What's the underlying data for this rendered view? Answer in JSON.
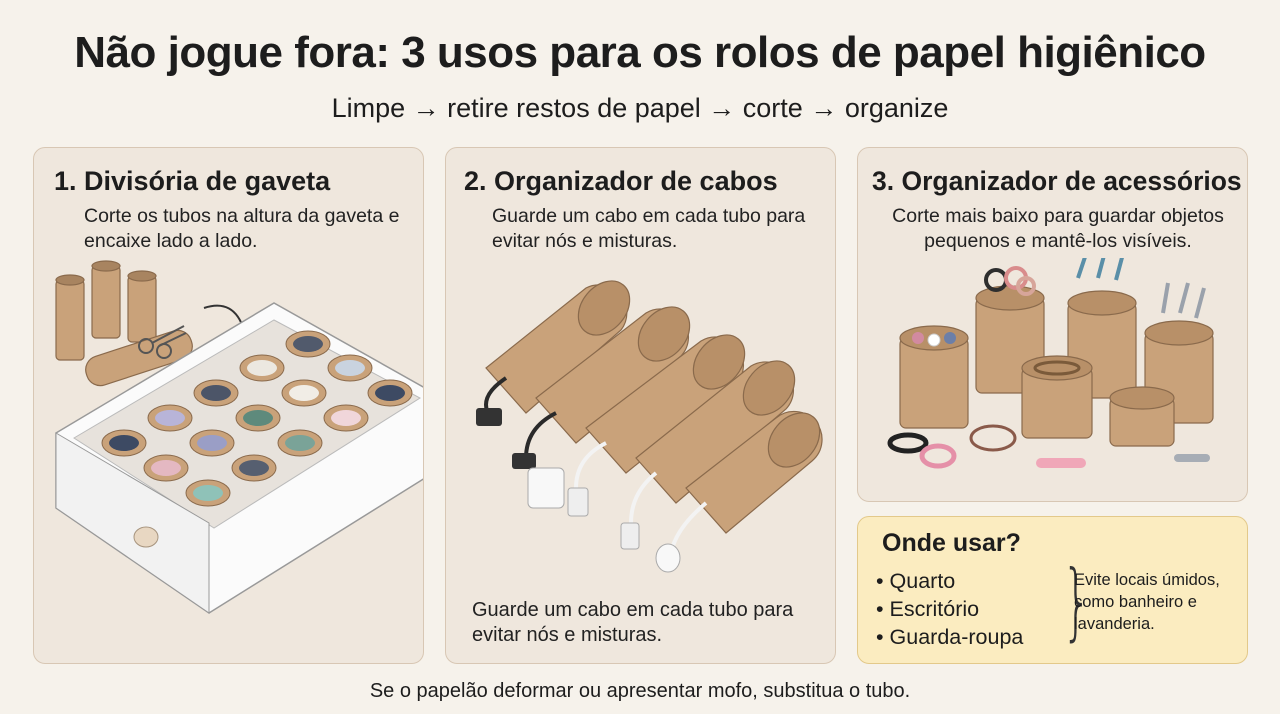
{
  "title": "Não jogue fora: 3 usos para os rolos de papel higiênico",
  "subtitle": "Limpe → retire restos de papel → corte → organize",
  "cards": [
    {
      "heading": "1. Divisória de gaveta",
      "text": "Corte os tubos na altura da gaveta e encaixe lado a lado.",
      "illustration": "drawer-with-tube-dividers"
    },
    {
      "heading": "2. Organizador de cabos",
      "text": "Guarde um cabo em cada tubo para evitar nós e misturas.",
      "bottom_text": "Guarde um cabo em cada tubo para evitar nós e misturas.",
      "illustration": "cables-in-tubes"
    },
    {
      "heading": "3. Organizador de acessórios",
      "text": "Corte mais baixo para guardar objetos pequenos e mantê-los visíveis.",
      "illustration": "accessories-in-short-tubes"
    }
  ],
  "where": {
    "heading": "Onde usar?",
    "items": [
      "Quarto",
      "Escritório",
      "Guarda-roupa"
    ],
    "note": "Evite locais úmidos, como banheiro e lavanderia."
  },
  "footer": "Se o papelão deformar ou apresentar mofo, substitua o tubo.",
  "colors": {
    "background": "#f6f2eb",
    "card": "#efe7dd",
    "card_border": "#d8c7b4",
    "highlight_card": "#fbecc0",
    "cardboard": "#c9a27a"
  }
}
